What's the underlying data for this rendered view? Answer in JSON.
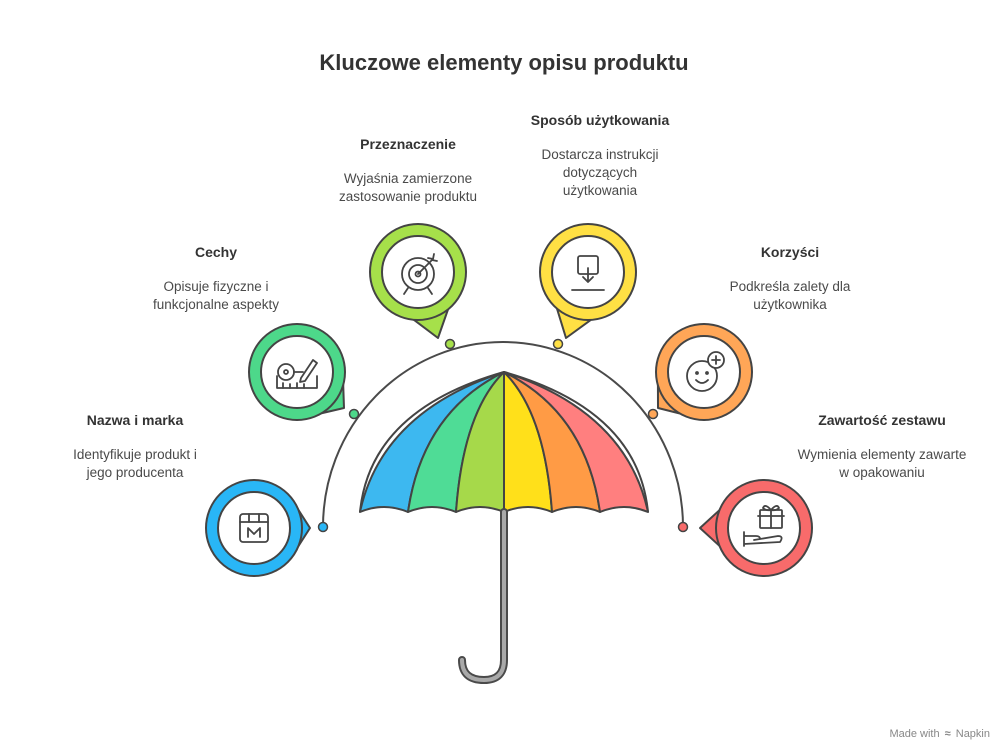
{
  "title": "Kluczowe elementy opisu produktu",
  "items": [
    {
      "heading": "Nazwa i marka",
      "description": "Identyfikuje produkt i jego producenta",
      "color": "#29b6f6",
      "icon": "box-m-icon"
    },
    {
      "heading": "Cechy",
      "description": "Opisuje fizyczne i funkcjonalne aspekty",
      "color": "#4dd88a",
      "icon": "measure-pencil-icon"
    },
    {
      "heading": "Przeznaczenie",
      "description": "Wyjaśnia zamierzone zastosowanie produktu",
      "color": "#a6e04a",
      "icon": "target-arrow-icon"
    },
    {
      "heading": "Sposób użytkowania",
      "description": "Dostarcza instrukcji dotyczących użytkowania",
      "color": "#ffe044",
      "icon": "download-instruction-icon"
    },
    {
      "heading": "Korzyści",
      "description": "Podkreśla zalety dla użytkownika",
      "color": "#ffa657",
      "icon": "smiley-plus-icon"
    },
    {
      "heading": "Zawartość zestawu",
      "description": "Wymienia elementy zawarte w opakowaniu",
      "color": "#f86b6b",
      "icon": "gift-hand-icon"
    }
  ],
  "umbrella_colors": [
    "#3db8f0",
    "#4fdc96",
    "#a6d94a",
    "#ffe01a",
    "#ff9b45",
    "#ff7f7f"
  ],
  "footer": {
    "prefix": "Made with",
    "brand": "Napkin"
  }
}
